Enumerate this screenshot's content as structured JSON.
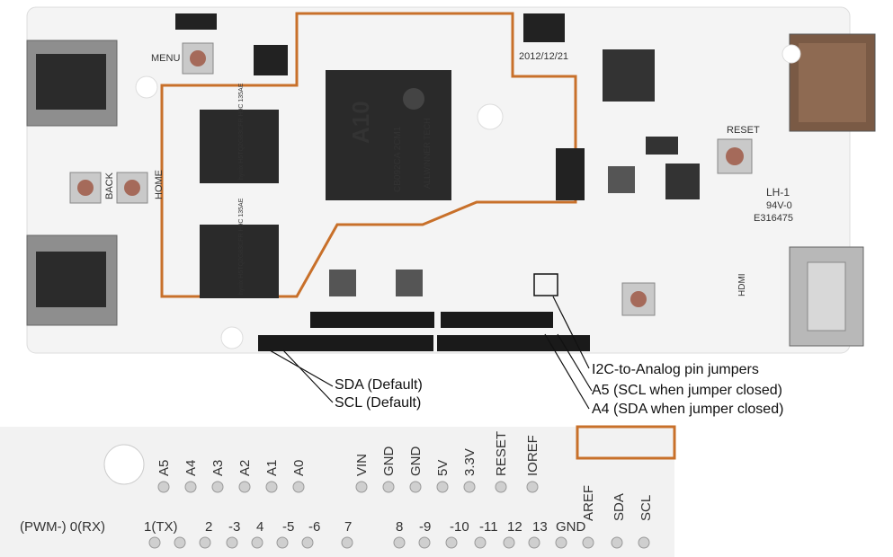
{
  "annotations": {
    "sda_default": "SDA (Default)",
    "scl_default": "SCL (Default)",
    "jumpers": "I2C-to-Analog pin jumpers",
    "a5": "A5 (SCL when jumper closed)",
    "a4": "A4 (SDA when jumper closed)"
  },
  "board": {
    "cpu_brand": "ALLWINNER TECH",
    "cpu_model": "A10",
    "cpu_code": "CB092CA 2CM1",
    "date": "2012/12/21",
    "menu": "MENU",
    "back": "BACK",
    "home": "HOME",
    "reset": "RESET",
    "hdmi": "HDMI",
    "model": "LH-1",
    "rating": "94V-0",
    "cert": "E316475",
    "ram1": "hynix H5TQ2G83CFR H9C 135AE",
    "ram2": "hynix H5TQ2G83CFR H9C 135AE"
  },
  "header_top_labels": [
    "A5",
    "A4",
    "A3",
    "A2",
    "A1",
    "A0",
    "VIN",
    "GND",
    "GND",
    "5V",
    "3.3V",
    "RESET",
    "IOREF"
  ],
  "header_bottom_labels": [
    "(PWM-) 0(RX)",
    "1(TX)",
    "2",
    "-3",
    "4",
    "-5",
    "-6",
    "7",
    "8",
    "-9",
    "-10",
    "-11",
    "12",
    "13",
    "GND",
    "AREF",
    "SDA",
    "SCL"
  ],
  "colors": {
    "board": "#f4f4f4",
    "trace": "#c8702a",
    "chip": "#2a2a2a",
    "header": "#1a1a1a",
    "metal": "#8e8e8e"
  }
}
